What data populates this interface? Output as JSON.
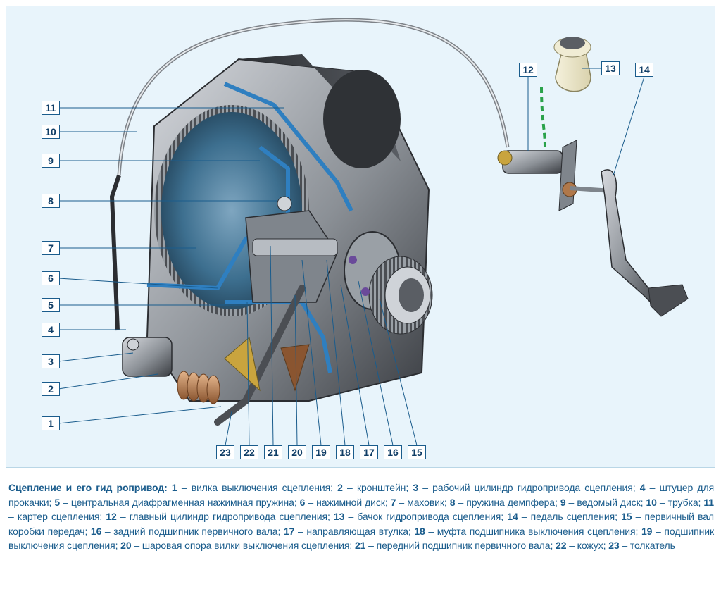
{
  "callouts": [
    "1",
    "2",
    "3",
    "4",
    "5",
    "6",
    "7",
    "8",
    "9",
    "10",
    "11",
    "12",
    "13",
    "14",
    "15",
    "16",
    "17",
    "18",
    "19",
    "20",
    "21",
    "22",
    "23"
  ],
  "caption": {
    "title": "Сцепление и его гид ропривод:",
    "items": [
      {
        "n": "1",
        "text": "вилка выключения сцепления"
      },
      {
        "n": "2",
        "text": "кронштейн"
      },
      {
        "n": "3",
        "text": "рабочий цилиндр гидропривода сцепления"
      },
      {
        "n": "4",
        "text": "штуцер для прокачки"
      },
      {
        "n": "5",
        "text": "центральная диафрагменная нажимная пружина"
      },
      {
        "n": "6",
        "text": "нажимной диск"
      },
      {
        "n": "7",
        "text": "маховик"
      },
      {
        "n": "8",
        "text": "пружина демпфера"
      },
      {
        "n": "9",
        "text": "ведомый диск"
      },
      {
        "n": "10",
        "text": "трубка"
      },
      {
        "n": "11",
        "text": "картер сцепления"
      },
      {
        "n": "12",
        "text": "главный цилиндр гидропривода сцепления"
      },
      {
        "n": "13",
        "text": "бачок гидропривода сцепления"
      },
      {
        "n": "14",
        "text": "педаль сцепления"
      },
      {
        "n": "15",
        "text": "первичный вал коробки передач"
      },
      {
        "n": "16",
        "text": "задний подшипник первичного вала"
      },
      {
        "n": "17",
        "text": "направляющая втулка"
      },
      {
        "n": "18",
        "text": "муфта подшипника выключения сцепления"
      },
      {
        "n": "19",
        "text": "подшипник выключения сцепления"
      },
      {
        "n": "20",
        "text": "шаровая опора вилки выключения сцепления"
      },
      {
        "n": "21",
        "text": "передний подшипник первичного вала"
      },
      {
        "n": "22",
        "text": "кожух"
      },
      {
        "n": "23",
        "text": "толкатель"
      }
    ]
  },
  "colors": {
    "background": "#e8f4fb",
    "callout_border": "#1a5c8c",
    "callout_text": "#0f3d66",
    "caption_text": "#1a5c8c",
    "metal_dark": "#3a3d42",
    "metal_light": "#c9ccd1",
    "section_blue": "#2f7fc0",
    "flywheel_blue": "#3d6f8f",
    "spring_copper": "#b0784a",
    "fluid_line_green": "#2aa24a"
  }
}
